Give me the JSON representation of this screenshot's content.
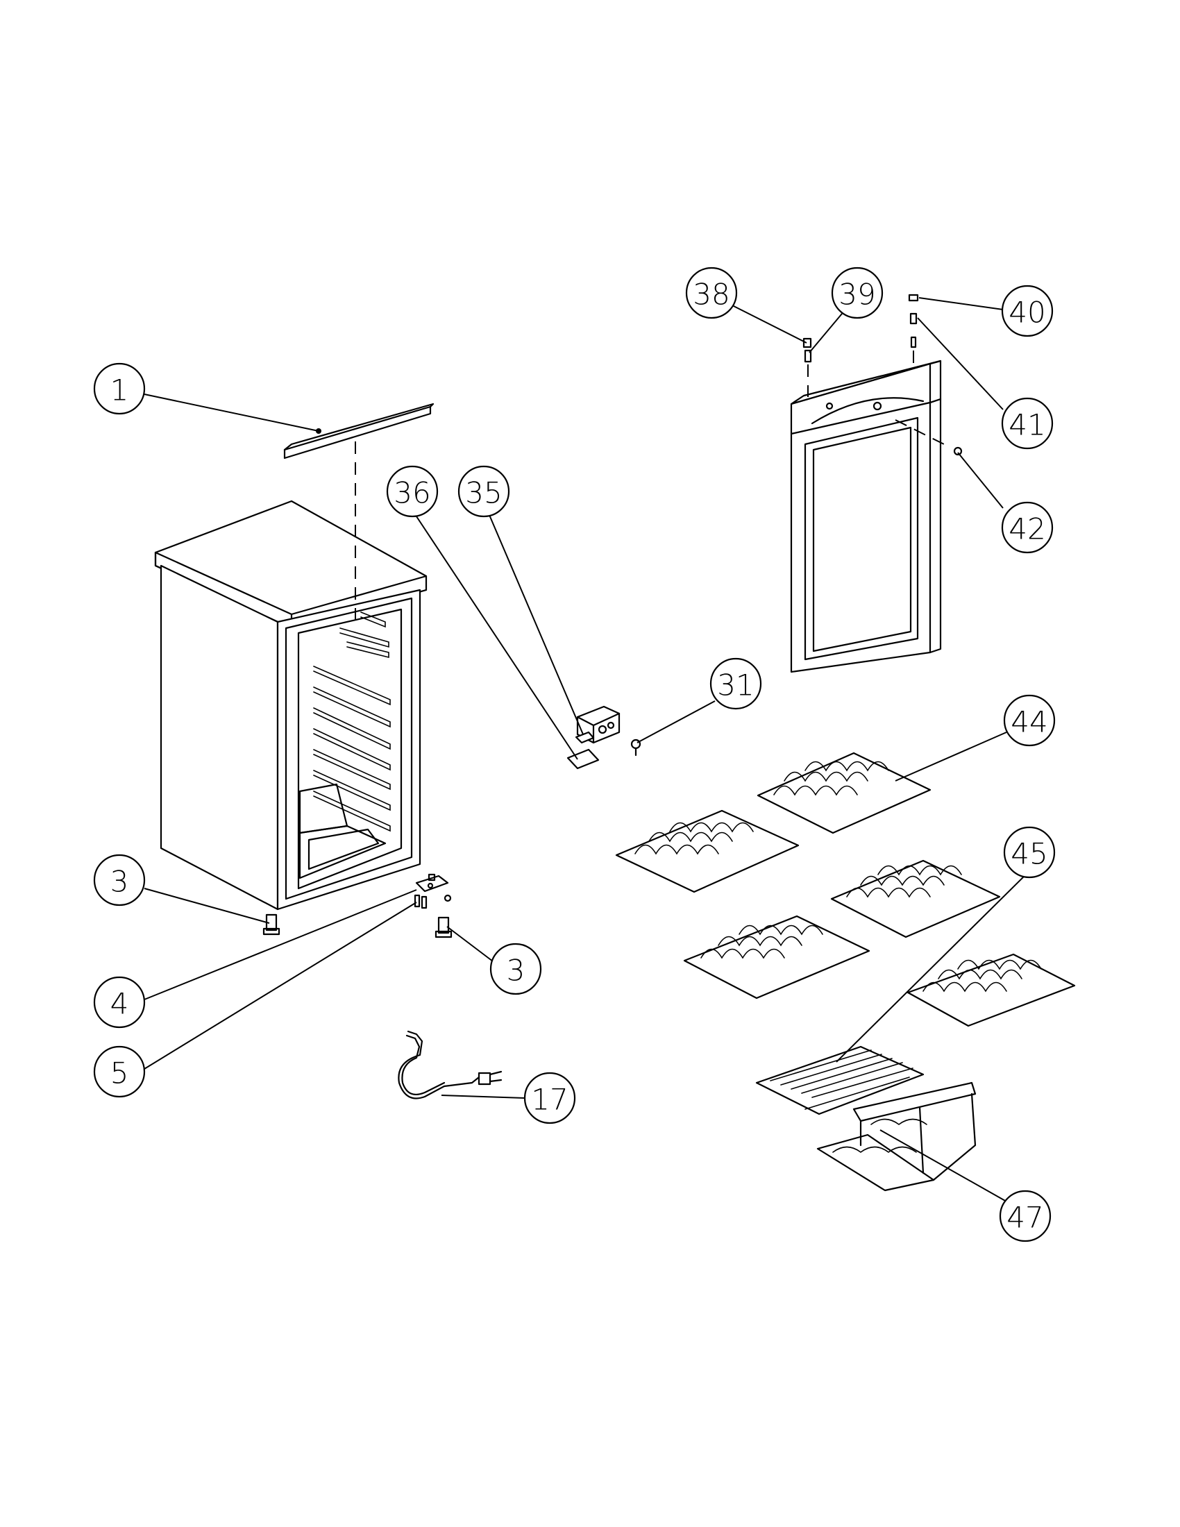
{
  "callouts": [
    {
      "id": "c1",
      "label": "1"
    },
    {
      "id": "c3a",
      "label": "3"
    },
    {
      "id": "c3b",
      "label": "3"
    },
    {
      "id": "c4",
      "label": "4"
    },
    {
      "id": "c5",
      "label": "5"
    },
    {
      "id": "c17",
      "label": "17"
    },
    {
      "id": "c31",
      "label": "31"
    },
    {
      "id": "c35",
      "label": "35"
    },
    {
      "id": "c36",
      "label": "36"
    },
    {
      "id": "c38",
      "label": "38"
    },
    {
      "id": "c39",
      "label": "39"
    },
    {
      "id": "c40",
      "label": "40"
    },
    {
      "id": "c41",
      "label": "41"
    },
    {
      "id": "c42",
      "label": "42"
    },
    {
      "id": "c44",
      "label": "44"
    },
    {
      "id": "c45",
      "label": "45"
    },
    {
      "id": "c47",
      "label": "47"
    }
  ]
}
